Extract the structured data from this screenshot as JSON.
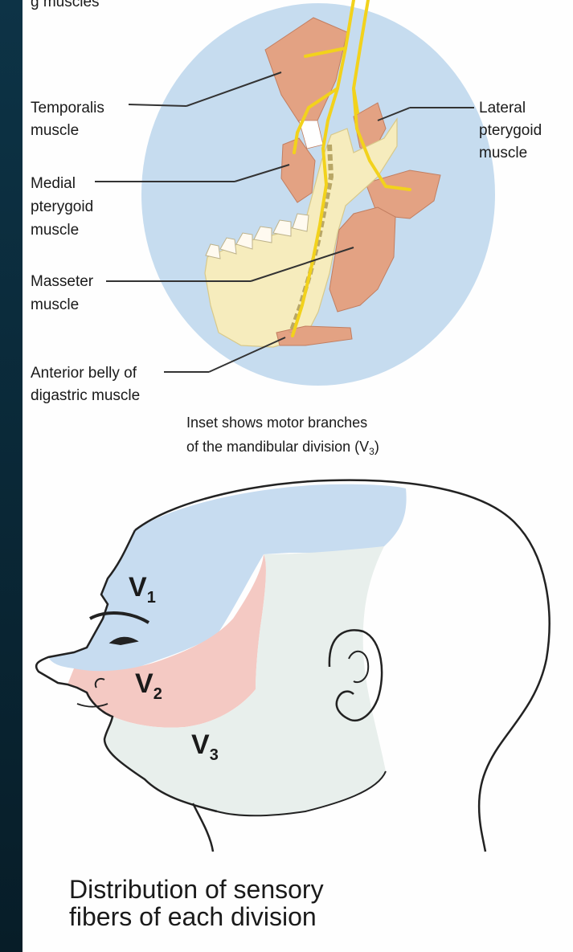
{
  "top_label": "g muscles",
  "labels": {
    "temporalis": [
      "Temporalis",
      "muscle"
    ],
    "medial_pterygoid": [
      "Medial",
      "pterygoid",
      "muscle"
    ],
    "masseter": [
      "Masseter",
      "muscle"
    ],
    "anterior_belly": [
      "Anterior belly of",
      "digastric muscle"
    ],
    "lateral_pterygoid": [
      "Lateral",
      "pterygoid",
      "muscle"
    ]
  },
  "inset_caption": [
    "Inset shows motor branches",
    "of the mandibular division (V"
  ],
  "inset_caption_sub": "3",
  "inset_caption_end": ")",
  "divisions": {
    "v1": {
      "letter": "V",
      "sub": "1"
    },
    "v2": {
      "letter": "V",
      "sub": "2"
    },
    "v3": {
      "letter": "V",
      "sub": "3"
    }
  },
  "bottom_caption": [
    "Distribution of sensory",
    "fibers of each division"
  ],
  "colors": {
    "v1_region": "#c7dcf0",
    "v2_region": "#f4c9c3",
    "v3_region": "#e8efec",
    "inset_circle": "#c6dcef",
    "muscle": "#e3a283",
    "bone": "#f6ecbd",
    "nerve": "#f2d21c"
  }
}
